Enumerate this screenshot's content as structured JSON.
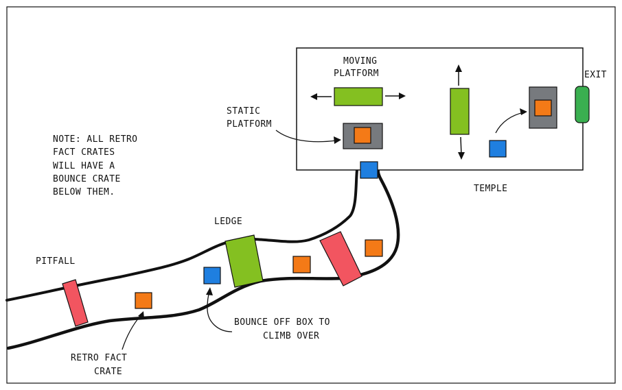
{
  "labels": {
    "note": [
      "NOTE: ALL RETRO",
      "FACT CRATES",
      "WILL HAVE A",
      "BOUNCE CRATE",
      "BELOW THEM."
    ],
    "moving_platform": [
      "MOVING",
      "PLATFORM"
    ],
    "static_platform": [
      "STATIC",
      "PLATFORM"
    ],
    "exit": "EXIT",
    "temple": "TEMPLE",
    "ledge": "LEDGE",
    "pitfall": "PITFALL",
    "bounce_off": [
      "BOUNCE OFF BOX TO",
      "CLIMB OVER"
    ],
    "retro_fact": [
      "RETRO FACT",
      "CRATE"
    ]
  },
  "colors": {
    "outline": "#111111",
    "green": "#84c021",
    "exit_green": "#3aaf50",
    "red": "#f25560",
    "orange": "#f47a17",
    "blue": "#1f7fe0",
    "gray": "#777a7e"
  }
}
